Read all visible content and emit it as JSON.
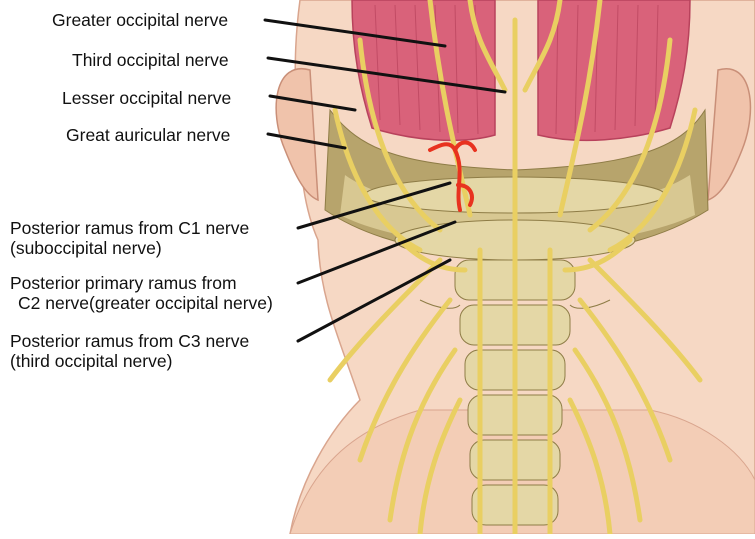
{
  "labels": {
    "greater_occipital": "Greater occipital nerve",
    "third_occipital": "Third occipital nerve",
    "lesser_occipital": "Lesser occipital nerve",
    "great_auricular": "Great auricular nerve",
    "c1_line1": "Posterior ramus from C1 nerve",
    "c1_line2": "(suboccipital nerve)",
    "c2_line1": "Posterior primary ramus from",
    "c2_line2": "C2 nerve(greater occipital nerve)",
    "c3_line1": "Posterior ramus from C3 nerve",
    "c3_line2": "(third occipital nerve)"
  },
  "colors": {
    "skin": "#f6d8c4",
    "skin_edge": "#d9a58e",
    "muscle": "#d9627a",
    "muscle_dark": "#b8425c",
    "bone": "#e4d7a6",
    "bone_shadow": "#b7a46c",
    "nerve": "#e9cf62",
    "nerve_edge": "#b0962e",
    "artery": "#e8321f",
    "leader": "#111111"
  }
}
